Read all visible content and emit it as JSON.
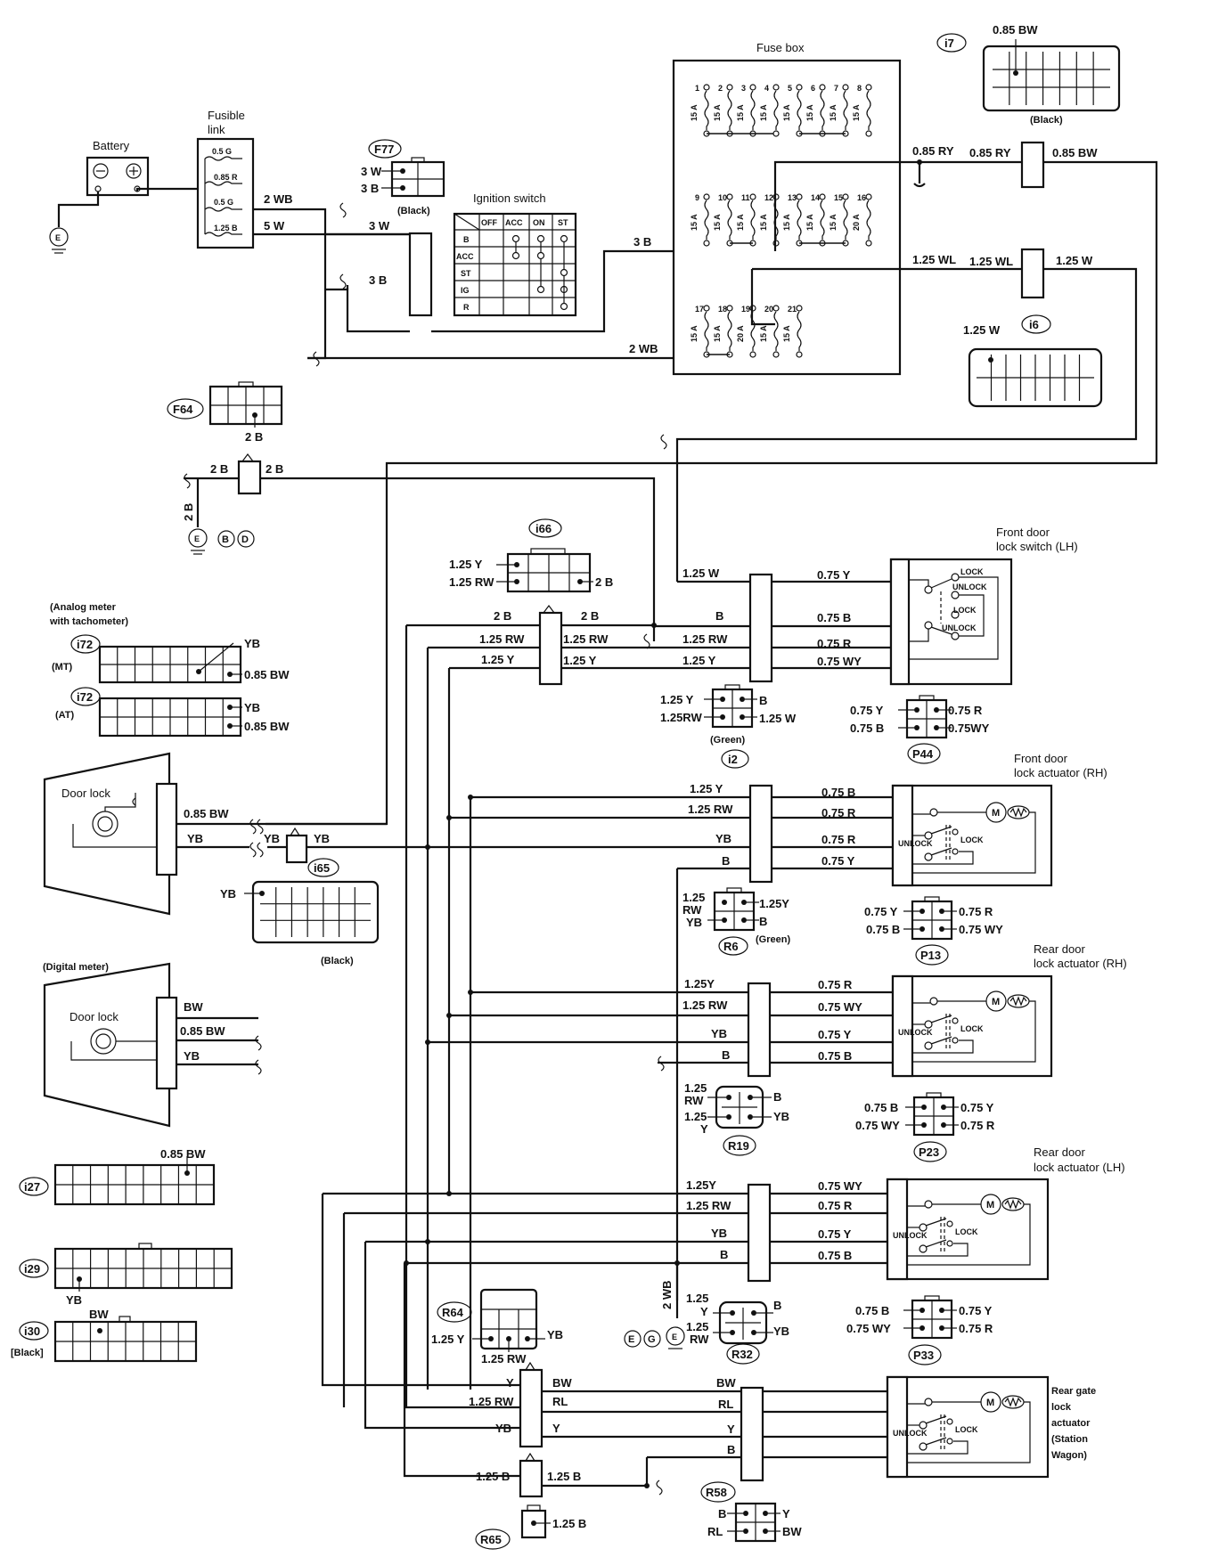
{
  "titles": {
    "fuse_box": "Fuse box",
    "battery": "Battery",
    "fusible_link_1": "Fusible",
    "fusible_link_2": "link",
    "ignition_switch": "Ignition switch",
    "front_lh_1": "Front door",
    "front_lh_2": "lock switch (LH)",
    "front_rh_1": "Front door",
    "front_rh_2": "lock actuator (RH)",
    "rear_rh_1": "Rear door",
    "rear_rh_2": "lock actuator (RH)",
    "rear_lh_1": "Rear door",
    "rear_lh_2": "lock actuator (LH)",
    "gate_1": "Rear gate",
    "gate_2": "lock",
    "gate_3": "actuator",
    "gate_4": "(Station",
    "gate_5": "Wagon)",
    "analog_1": "(Analog meter",
    "analog_2": "with tachometer)",
    "digital": "(Digital meter)",
    "door_lock": "Door lock"
  },
  "connectors": {
    "F77": "F77",
    "F64": "F64",
    "i7": "i7",
    "i6": "i6",
    "i66": "i66",
    "i72": "i72",
    "i65": "i65",
    "i2": "i2",
    "P44": "P44",
    "R6": "R6",
    "P13": "P13",
    "R19": "R19",
    "P23": "P23",
    "i27": "i27",
    "i29": "i29",
    "i30": "i30",
    "R64": "R64",
    "R32": "R32",
    "P33": "P33",
    "R58": "R58",
    "R65": "R65"
  },
  "notes": {
    "black": "(Black)",
    "green": "(Green)",
    "mt": "(MT)",
    "at": "(AT)",
    "i30_black": "[Black]"
  },
  "ignition": {
    "headers": [
      "OFF",
      "ACC",
      "ON",
      "ST"
    ],
    "rows": [
      "B",
      "ACC",
      "ST",
      "IG",
      "R"
    ]
  },
  "fusible": [
    "0.5 G",
    "0.85 R",
    "0.5 G",
    "1.25 B"
  ],
  "fuses": {
    "row1_nums": [
      "1",
      "2",
      "3",
      "4",
      "5",
      "6",
      "7",
      "8"
    ],
    "row1_amps": [
      "15 A",
      "15 A",
      "15 A",
      "15 A",
      "15 A",
      "15 A",
      "15 A",
      "15 A"
    ],
    "row2_nums": [
      "9",
      "10",
      "11",
      "12",
      "13",
      "14",
      "15",
      "16"
    ],
    "row2_amps": [
      "15 A",
      "15 A",
      "15 A",
      "15 A",
      "15 A",
      "15 A",
      "15 A",
      "20 A"
    ],
    "row3_nums": [
      "17",
      "18",
      "19",
      "20",
      "21"
    ],
    "row3_amps": [
      "15 A",
      "15 A",
      "20 A",
      "15 A",
      "15 A"
    ]
  },
  "wires": {
    "w_2wb_a": "2 WB",
    "w_5w": "5 W",
    "w_3w": "3 W",
    "w_3b": "3 B",
    "w_3b_b": "3 B",
    "w_2wb_b": "2 WB",
    "w_085ry_a": "0.85 RY",
    "w_085ry_b": "0.85 RY",
    "w_085bw_a": "0.85 BW",
    "w_125wl_a": "1.25 WL",
    "w_125wl_b": "1.25 WL",
    "w_125w_a": "1.25 W",
    "w_125w_i6": "1.25 W",
    "w_085bw_i7": "0.85 BW",
    "f77_3w": "3 W",
    "f77_3b": "3 B",
    "f64_2b": "2 B",
    "gnd_2b_a": "2 B",
    "gnd_2b_b": "2 B",
    "gnd_2b_v": "2 B",
    "i66_125y": "1.25 Y",
    "i66_125rw": "1.25 RW",
    "i66_2b": "2 B",
    "mid_2b_l": "2 B",
    "mid_2b_r": "2 B",
    "mid_125rw_l": "1.25 RW",
    "mid_125rw_r": "1.25 RW",
    "mid_125y_l": "1.25 Y",
    "mid_125y_r": "1.25 Y",
    "fl_125w": "1.25 W",
    "fl_b": "B",
    "fl_125rw": "1.25 RW",
    "fl_125y": "1.25 Y",
    "fl_075y": "0.75 Y",
    "fl_075b": "0.75 B",
    "fl_075r": "0.75 R",
    "fl_075wy": "0.75 WY",
    "i72_yb": "YB",
    "i72_085bw": "0.85 BW",
    "i72b_yb": "YB",
    "i72b_085bw": "0.85 BW",
    "i2_125y": "1.25 Y",
    "i2_125rw": "1.25RW",
    "i2_b": "B",
    "i2_125w": "1.25 W",
    "p44_075y": "0.75 Y",
    "p44_075b": "0.75 B",
    "p44_075r": "0.75 R",
    "p44_075wy": "0.75WY",
    "dl_085bw": "0.85 BW",
    "dl_yb": "YB",
    "i65_yb_l": "YB",
    "i65_yb_r": "YB",
    "i65_yb_c": "YB",
    "fr_125y": "1.25 Y",
    "fr_125rw": "1.25 RW",
    "fr_yb": "YB",
    "fr_b": "B",
    "fr_075b": "0.75  B",
    "fr_075r_a": "0.75  R",
    "fr_075r_b": "0.75  R",
    "fr_075y": "0.75  Y",
    "r6_125": "1.25",
    "r6_rw": "RW",
    "r6_yb": "YB",
    "r6_125y": "1.25Y",
    "r6_b": "B",
    "p13_075y": "0.75 Y",
    "p13_075b": "0.75  B",
    "p13_075r": "0.75 R",
    "p13_075wy": "0.75 WY",
    "dm_bw": "BW",
    "dm_085bw": "0.85 BW",
    "dm_yb": "YB",
    "rr_125y": "1.25Y",
    "rr_125rw": "1.25 RW",
    "rr_yb": "YB",
    "rr_b": "B",
    "rr_075r": "0.75 R",
    "rr_075wy": "0.75 WY",
    "rr_075y": "0.75 Y",
    "rr_075b": "0.75 B",
    "r19_125a": "1.25",
    "r19_rw": "RW",
    "r19_125b": "1.25",
    "r19_y": "Y",
    "r19_b": "B",
    "r19_yb": "YB",
    "p23_075b": "0.75 B",
    "p23_075wy": "0.75 WY",
    "p23_075y": "0.75 Y",
    "p23_075r": "0.75 R",
    "i27_085bw": "0.85 BW",
    "i29_yb": "YB",
    "i30_bw": "BW",
    "rl_125y": "1.25Y",
    "rl_125rw": "1.25 RW",
    "rl_yb": "YB",
    "rl_b": "B",
    "rl_075wy": "0.75 WY",
    "rl_075r": "0.75 R",
    "rl_075y": "0.75 Y",
    "rl_075b": "0.75 B",
    "r64_125y": "1.25 Y",
    "r64_yb": "YB",
    "r64_125rw": "1.25 RW",
    "r32_125a": "1.25",
    "r32_y": "Y",
    "r32_125b": "1.25",
    "r32_rw": "RW",
    "r32_b": "B",
    "r32_yb": "YB",
    "p33_075b": "0.75 B",
    "p33_075wy": "0.75 WY",
    "p33_075y": "0.75 Y",
    "p33_075r": "0.75 R",
    "rg_y": "Y",
    "rg_bw": "BW",
    "rg_125rw": "1.25 RW",
    "rg_rl": "RL",
    "rg_yb": "YB",
    "rg_y2": "Y",
    "rg_bw2": "BW",
    "rg_rl2": "RL",
    "rg_y3": "Y",
    "rg_b": "B",
    "r65_125b_a": "1.25 B",
    "r65_125b_b": "1.25 B",
    "r65_125b_c": "1.25 B",
    "r58_b": "B",
    "r58_rl": "RL",
    "r58_y": "Y",
    "r58_bw": "BW"
  },
  "switch_labels": {
    "lock": "LOCK",
    "unlock": "UNLOCK",
    "motor": "M",
    "ground_e": "E",
    "gnd_b": "B",
    "gnd_d": "D",
    "gnd_e2": "E",
    "gnd_g": "G"
  }
}
